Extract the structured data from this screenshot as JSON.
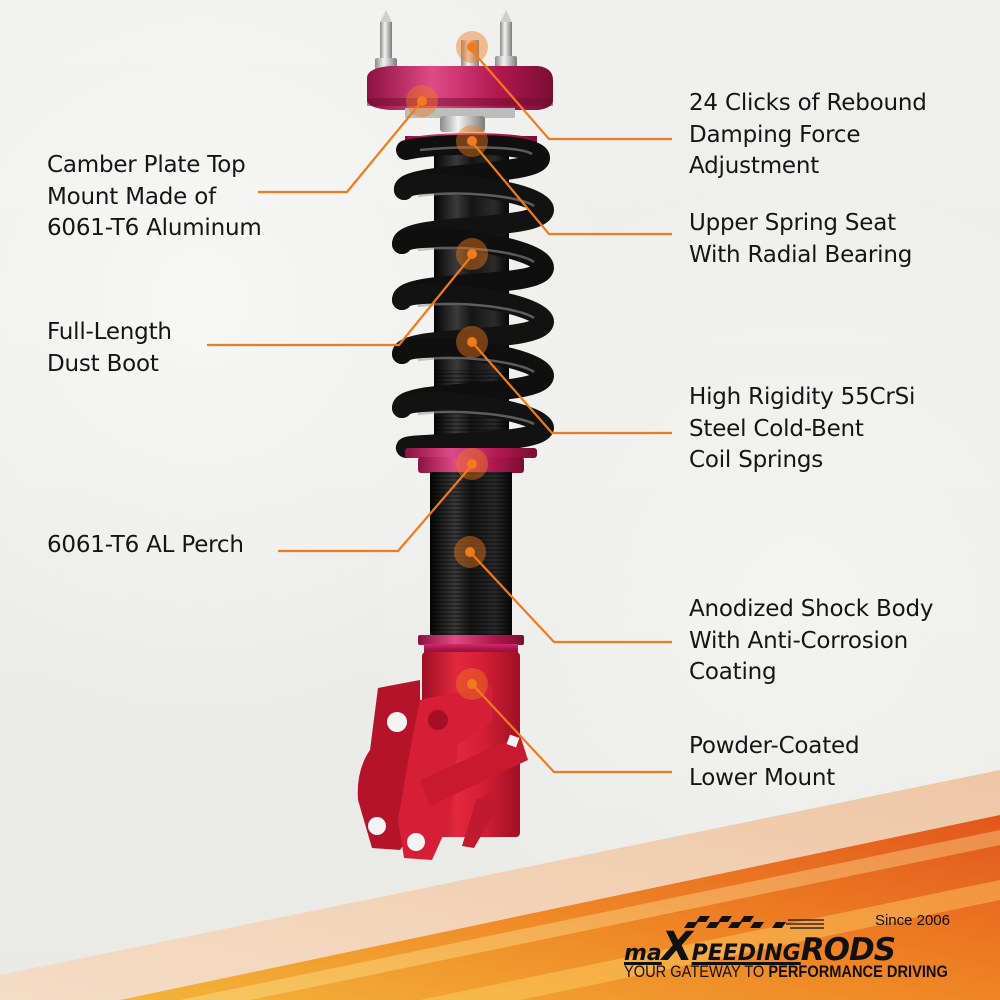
{
  "colors": {
    "accent_orange": "#f07a1c",
    "background": "#ededeb",
    "camber_plate_magenta": "#b5184f",
    "spring_black": "#141414",
    "lower_mount_red": "#d8213a",
    "text": "#151515"
  },
  "product": {
    "name": "Coilover Shock Absorber Strut",
    "image_icon": "coilover-strut-icon"
  },
  "callouts": {
    "left": [
      {
        "id": "camber-plate",
        "lines": [
          "Camber Plate Top",
          "Mount Made of",
          "6061-T6 Aluminum"
        ]
      },
      {
        "id": "dust-boot",
        "lines": [
          "Full-Length",
          "Dust Boot"
        ]
      },
      {
        "id": "al-perch",
        "lines": [
          "6061-T6 AL Perch"
        ]
      }
    ],
    "right": [
      {
        "id": "rebound-damping",
        "lines": [
          "24 Clicks of Rebound",
          "Damping Force",
          "Adjustment"
        ]
      },
      {
        "id": "upper-spring-seat",
        "lines": [
          "Upper Spring Seat",
          "With Radial Bearing"
        ]
      },
      {
        "id": "coil-springs",
        "lines": [
          "High Rigidity 55CrSi",
          "Steel Cold-Bent",
          "Coil Springs"
        ]
      },
      {
        "id": "shock-body",
        "lines": [
          "Anodized Shock Body",
          "With Anti-Corrosion",
          "Coating"
        ]
      },
      {
        "id": "lower-mount",
        "lines": [
          "Powder-Coated",
          "Lower Mount"
        ]
      }
    ]
  },
  "branding": {
    "logo_prefix": "ma",
    "logo_x": "X",
    "logo_middle": "PEEDING",
    "logo_suffix": "RODS",
    "since": "Since 2006",
    "tagline_light": "YOUR GATEWAY TO ",
    "tagline_bold": "PERFORMANCE DRIVING"
  }
}
